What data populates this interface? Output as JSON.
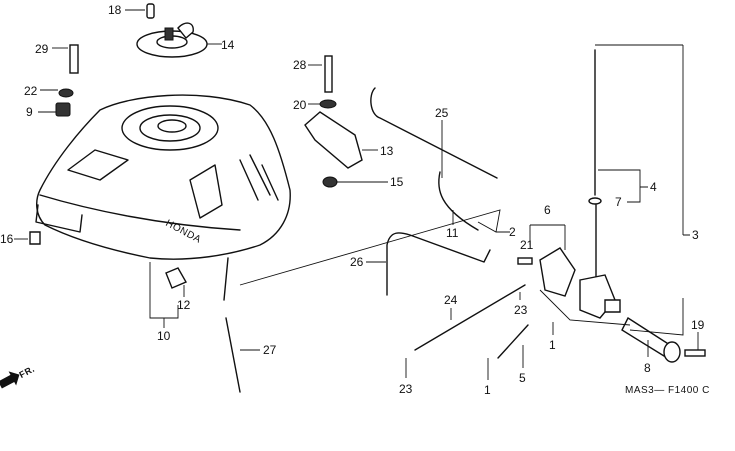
{
  "diagram": {
    "type": "exploded parts diagram",
    "part_labels": {
      "p18": "18",
      "p14": "14",
      "p29": "29",
      "p28": "28",
      "p22": "22",
      "p9": "9",
      "p20": "20",
      "p13": "13",
      "p15": "15",
      "p25": "25",
      "p16": "16",
      "p4": "4",
      "p7": "7",
      "p3": "3",
      "p6": "6",
      "p21": "21",
      "p2": "2",
      "p11": "11",
      "p26": "26",
      "p12": "12",
      "p10": "10",
      "p24": "24",
      "p23a": "23",
      "p27": "27",
      "p1a": "1",
      "p5": "5",
      "p8": "8",
      "p19": "19",
      "p23b": "23",
      "p1b": "1"
    },
    "direction_marker": "FR.",
    "diagram_code": "MAS3— F1400 C",
    "tank_logo": "HONDA"
  }
}
